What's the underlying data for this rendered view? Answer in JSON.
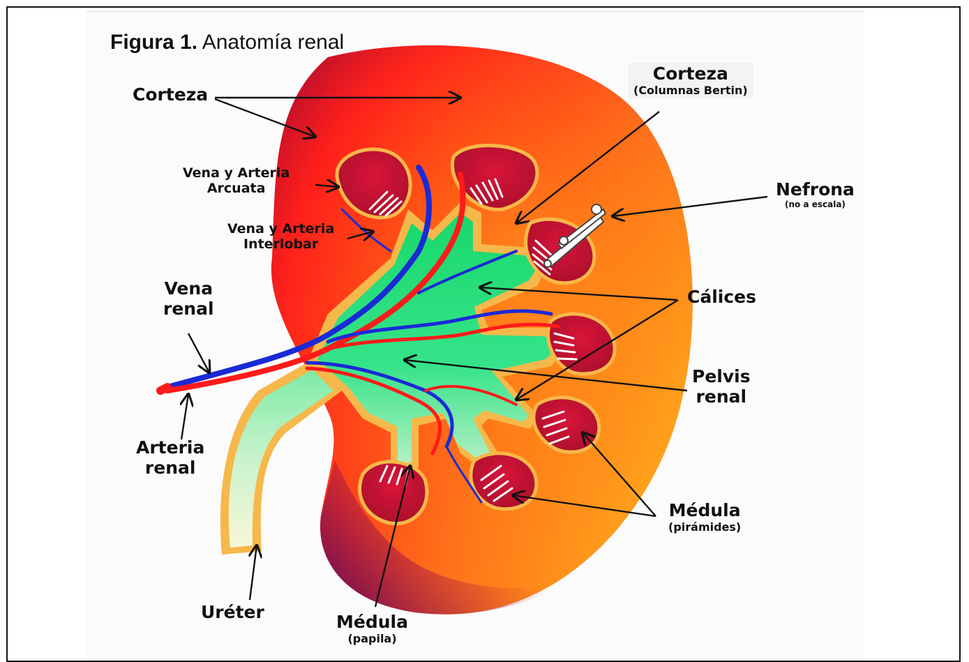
{
  "figure": {
    "title_bold": "Figura 1.",
    "title_rest": " Anatomía renal"
  },
  "labels": {
    "corteza": "Corteza",
    "corteza_bertin_title": "Corteza",
    "corteza_bertin_sub": "(Columnas Bertin)",
    "vena_arteria_arcuata_1": "Vena y Arteria",
    "vena_arteria_arcuata_2": "Arcuata",
    "vena_arteria_interlobar_1": "Vena y Arteria",
    "vena_arteria_interlobar_2": "Interlobar",
    "nefrona_title": "Nefrona",
    "nefrona_sub": "(no a escala)",
    "vena_renal_1": "Vena",
    "vena_renal_2": "renal",
    "calices": "Cálices",
    "pelvis_renal_1": "Pelvis",
    "pelvis_renal_2": "renal",
    "arteria_renal_1": "Arteria",
    "arteria_renal_2": "renal",
    "medula_piramides_title": "Médula",
    "medula_piramides_sub": "(pirámides)",
    "ureter": "Uréter",
    "medula_papila_title": "Médula",
    "medula_papila_sub": "(papila)"
  },
  "colors": {
    "cortex_outer": "#ff1a1a",
    "cortex_light": "#ff9b1a",
    "cortex_dark": "#7a0a3a",
    "pyramid": "#c8102e",
    "pelvis": "#19e07a",
    "ureter_fill": "#e9f6d6",
    "calyx_border": "#f6b84a",
    "vein": "#1a2ad6",
    "artery": "#ff1a1a"
  }
}
